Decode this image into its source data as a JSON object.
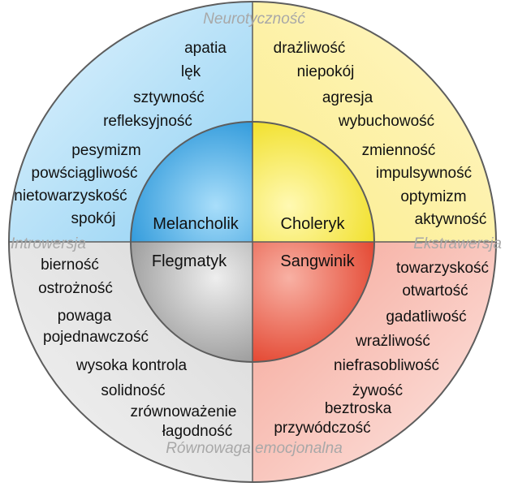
{
  "colors": {
    "melancholic": "#56b8ea",
    "choleric": "#f2e548",
    "phlegmatic": "#c4c4c4",
    "sanguine": "#ef5a46",
    "outline": "#5d5d5d",
    "axis_label": "#a8a8a8"
  },
  "axes": {
    "top": "Neurotyczność",
    "left": "Introwersja",
    "right": "Ekstrawersja",
    "bottom": "Równowaga emocjonalna"
  },
  "temperaments": {
    "melancholic": {
      "name": "Melancholik",
      "traits": [
        "apatia",
        "lęk",
        "sztywność",
        "refleksyjność",
        "pesymizm",
        "powściągliwość",
        "nietowarzyskość",
        "spokój"
      ]
    },
    "choleric": {
      "name": "Choleryk",
      "traits": [
        "drażliwość",
        "niepokój",
        "agresja",
        "wybuchowość",
        "zmienność",
        "impulsywność",
        "optymizm",
        "aktywność"
      ]
    },
    "phlegmatic": {
      "name": "Flegmatyk",
      "traits": [
        "bierność",
        "ostrożność",
        "powaga",
        "pojednawczość",
        "wysoka kontrola",
        "solidność",
        "zrównoważenie",
        "łagodność"
      ]
    },
    "sanguine": {
      "name": "Sangwinik",
      "traits": [
        "towarzyskość",
        "otwartość",
        "gadatliwość",
        "wrażliwość",
        "niefrasobliwość",
        "żywość",
        "beztroska",
        "przywódczość"
      ]
    }
  }
}
